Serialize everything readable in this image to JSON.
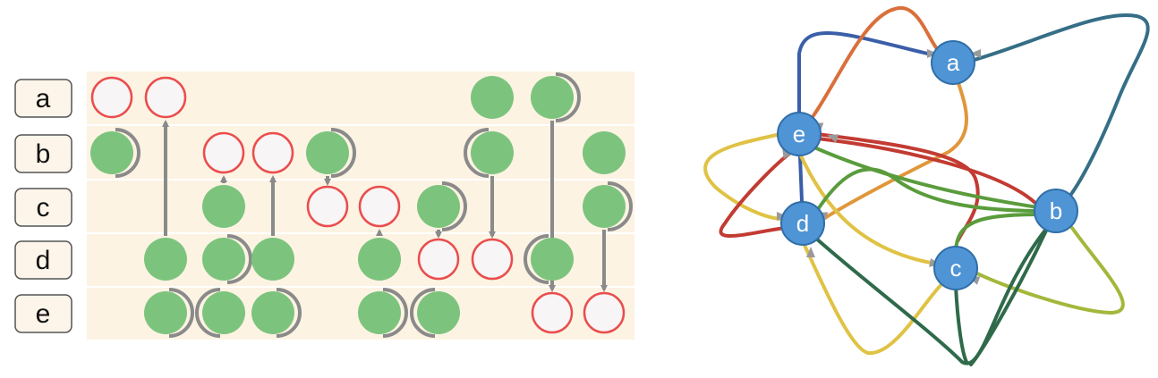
{
  "row_labels": [
    "a",
    "b",
    "c",
    "d",
    "e"
  ],
  "graph_nodes": [
    {
      "id": "a",
      "label": "a"
    },
    {
      "id": "e",
      "label": "e"
    },
    {
      "id": "d",
      "label": "d"
    },
    {
      "id": "b",
      "label": "b"
    },
    {
      "id": "c",
      "label": "c"
    }
  ],
  "colors": {
    "matrix_bg": "#fdf3e3",
    "green_dot": "#7cc47d",
    "empty_dot_fill": "#f7f5f5",
    "empty_dot_ring": "#ea4d4d",
    "arrow_gray": "#8a8a8a",
    "node_fill": "#4f94d4",
    "node_ring": "#2f6ea8",
    "label_box_fill": "#fdf5ea",
    "label_box_border": "#555555"
  },
  "edge_colors": [
    "#3b5ea8",
    "#d9703b",
    "#356e86",
    "#e0c244",
    "#c23b32",
    "#5a9c3c",
    "#a4b73b",
    "#2f6a4a",
    "#e0973b"
  ]
}
